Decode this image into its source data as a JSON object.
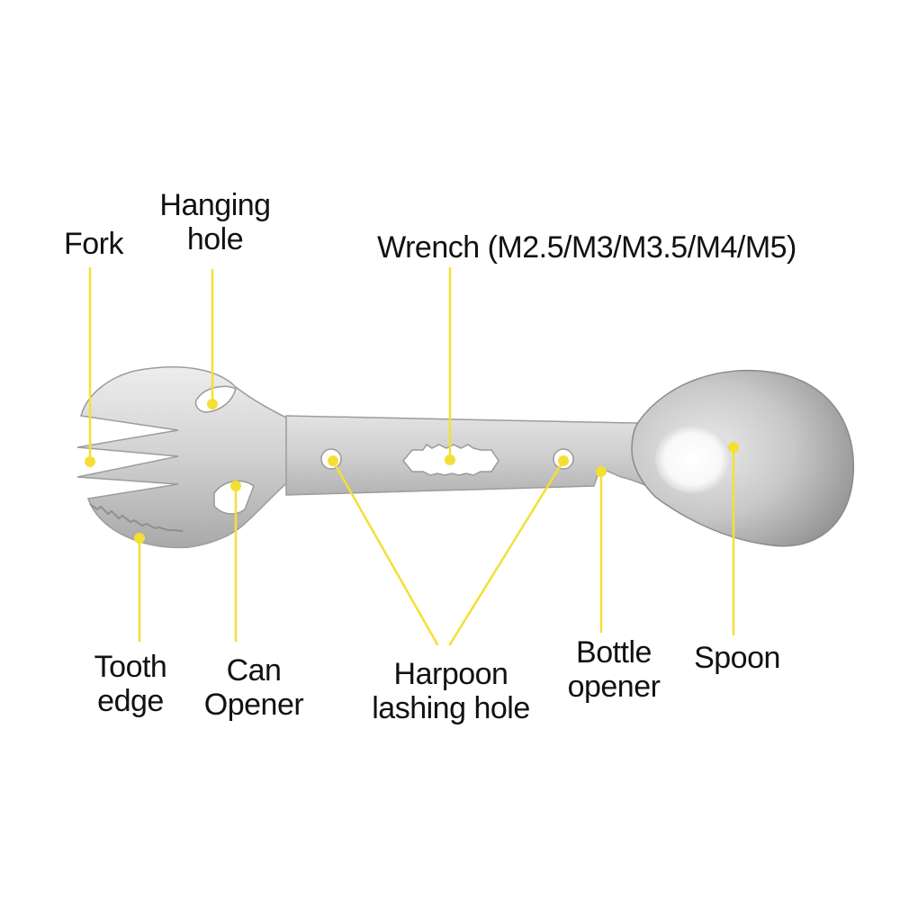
{
  "colors": {
    "background": "#ffffff",
    "leader_line": "#f5df33",
    "marker_dot": "#f5df33",
    "metal_light": "#f4f4f4",
    "metal_mid": "#c9c9c9",
    "metal_dark": "#8a8a8a",
    "label_text": "#111111"
  },
  "labels": {
    "fork": "Fork",
    "hanging_hole": {
      "line1": "Hanging",
      "line2": "hole"
    },
    "wrench": "Wrench (M2.5/M3/M3.5/M4/M5)",
    "tooth_edge": {
      "line1": "Tooth",
      "line2": "edge"
    },
    "can_opener": {
      "line1": "Can",
      "line2": "Opener"
    },
    "harpoon": {
      "line1": "Harpoon",
      "line2": "lashing hole"
    },
    "bottle_opener": {
      "line1": "Bottle",
      "line2": "opener"
    },
    "spoon": "Spoon"
  }
}
